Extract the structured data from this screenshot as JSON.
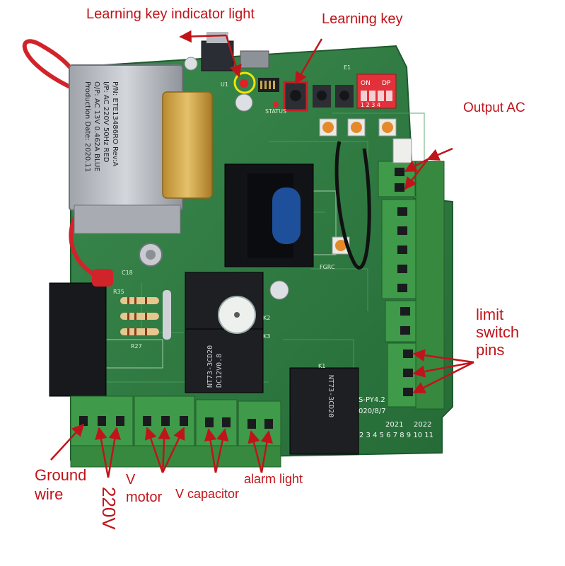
{
  "labels": {
    "learning_indicator": "Learning key indicator light",
    "learning_key": "Learning key",
    "output_ac": "Output AC",
    "limit_switch_line1": "limit",
    "limit_switch_line2": "switch",
    "limit_switch_line3": "pins",
    "ground_line1": "Ground",
    "ground_line2": "wire",
    "v220": "220V",
    "motor_line1": "V",
    "motor_line2": "motor",
    "capacitor": "V capacitor",
    "alarm_light": "alarm light"
  },
  "board_markings": {
    "transformer_line1": "P/N: ETE13486RO  Rev:A",
    "transformer_line2": "I/P: AC 220V 50Hz  RED",
    "transformer_line3": "O/P: AC 13V 0.462A  BLUE",
    "transformer_line4": "Production Date: 2020.11",
    "relay_text": "NT73-3CD20",
    "relay_text2": "DC12V0.8",
    "relay_bottom": "NT73-3CD20",
    "dip_on": "ON",
    "dip_dp": "DP",
    "dip_numbers": "1 2 3 4",
    "pcb_model": "S-PY4.2",
    "pcb_date": "020/8/7",
    "year_2021": "2021",
    "year_2022": "2022",
    "month_row": "2 3 4 5 6 7 8 9 10 11",
    "ref_r35": "R35",
    "ref_r27": "R27",
    "ref_c18": "C18",
    "ref_k2": "K2",
    "ref_k3": "K3",
    "ref_status": "STATUS",
    "ref_u1": "U1",
    "ref_e1": "E1",
    "ref_fgrc": "FGRC",
    "ref_k1": "K1"
  },
  "colors": {
    "annotation": "#c0141a",
    "pcb": "#2f7d43",
    "terminal": "#3f9a49",
    "transformer": "#b9bcc2",
    "relay": "#1d1f23"
  }
}
